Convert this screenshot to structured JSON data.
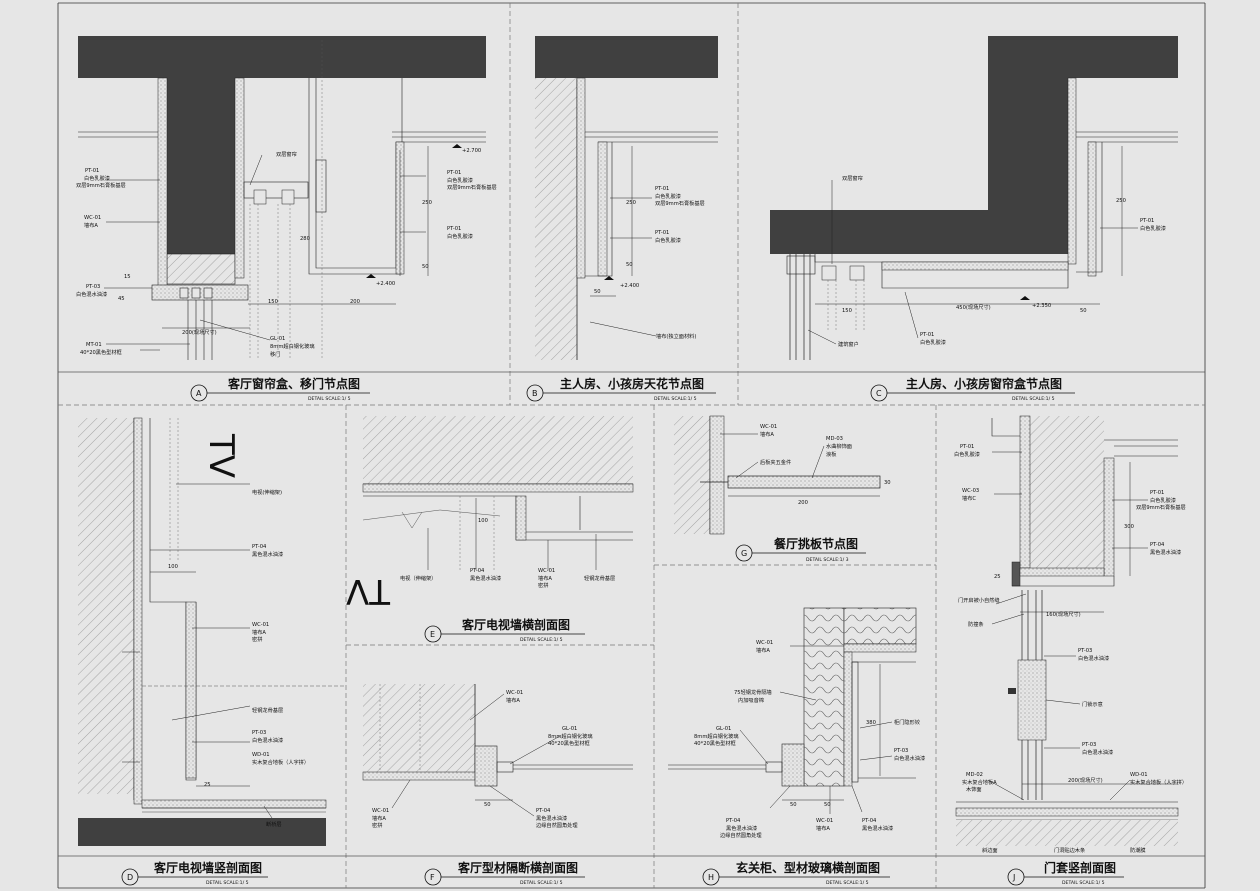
{
  "colors": {
    "background": "#e6e6e6",
    "ink": "#111111",
    "slab": "#404040",
    "dash": "#777777"
  },
  "panels": {
    "A": {
      "letter": "A",
      "title": "客厅窗帘盒、移门节点图",
      "scale": "DETAIL    SCALE:1/  5",
      "labels": {
        "pt01a": "PT-01",
        "pt01a_d1": "白色乳胶漆",
        "pt01a_d2": "双层9mm石膏板基层",
        "wc01": "WC-01",
        "wc01_d": "墙布A",
        "pt03": "PT-03",
        "pt03_d": "白色混水油漆",
        "mt01": "MT-01",
        "mt01_d": "40*20黑色型材框",
        "curtain": "双层窗帘",
        "pt01b": "PT-01",
        "pt01b_d1": "白色乳胶漆",
        "pt01b_d2": "双层9mm石膏板基层",
        "pt01c": "PT-01",
        "pt01c_d": "白色乳胶漆",
        "gl01": "GL-01",
        "gl01_d1": "8mm超白钢化玻璃",
        "gl01_d2": "移门",
        "elev1": "+2.700",
        "elev2": "+2.400",
        "dim150": "150",
        "dim200": "200",
        "dim200f": "200(现场尺寸)",
        "dim250": "250",
        "dim50": "50",
        "dim280": "280",
        "dim45": "45",
        "dim15": "15"
      }
    },
    "B": {
      "letter": "B",
      "title": "主人房、小孩房天花节点图",
      "scale": "DETAIL    SCALE:1/  5",
      "labels": {
        "pt01a": "PT-01",
        "pt01a_d1": "白色乳胶漆",
        "pt01a_d2": "双层9mm石膏板基层",
        "pt01b": "PT-01",
        "pt01b_d": "白色乳胶漆",
        "elev": "+2.400",
        "wall": "墙布(独立面材料)",
        "dim250": "250",
        "dim50": "50",
        "dim50b": "50"
      }
    },
    "C": {
      "letter": "C",
      "title": "主人房、小孩房窗帘盒节点图",
      "scale": "DETAIL    SCALE:1/  5",
      "labels": {
        "curtain": "双层窗帘",
        "pt01a": "PT-01",
        "pt01a_d": "白色乳胶漆",
        "dim450": "450(现场尺寸)",
        "elev": "+2.350",
        "pt01b": "PT-01",
        "pt01b_d": "白色乳胶漆",
        "window": "建筑窗户",
        "dim150": "150",
        "dim50": "50",
        "dim250": "250"
      }
    },
    "D": {
      "letter": "D",
      "title": "客厅电视墙竖剖面图",
      "scale": "DETAIL    SCALE:1/  5",
      "labels": {
        "tv": "TV",
        "tvnote": "电视(伸缩架)",
        "pt04": "PT-04",
        "pt04_d": "黑色混水油漆",
        "wc01": "WC-01",
        "wc01_d1": "墙布A",
        "wc01_d2": "密拼",
        "base": "轻钢龙骨基层",
        "pt03": "PT-03",
        "pt03_d": "白色混水油漆",
        "wd01": "WD-01",
        "wd01_d": "实木复合地板（人字拼）",
        "broken": "断桥层",
        "dim100": "100",
        "dim25": "25"
      }
    },
    "E": {
      "letter": "E",
      "title": "客厅电视墙横剖面图",
      "scale": "DETAIL    SCALE:1/  5",
      "labels": {
        "tvnote": "电视（伸缩架）",
        "pt04": "PT-04",
        "pt04_d": "黑色混水油漆",
        "wc01": "WC-01",
        "wc01_d1": "墙布A",
        "wc01_d2": "密拼",
        "base": "轻钢龙骨基层",
        "dim100": "100"
      }
    },
    "F": {
      "letter": "F",
      "title": "客厅型材隔断横剖面图",
      "scale": "DETAIL    SCALE:1/  5",
      "labels": {
        "wc01a": "WC-01",
        "wc01a_d": "墙布A",
        "gl01": "GL-01",
        "gl01_d1": "8mm超白钢化玻璃",
        "gl01_d2": "40*20黑色型材框",
        "pt04": "PT-04",
        "pt04_d1": "黑色混水油漆",
        "pt04_d2": "边缘自然圆角处理",
        "wc01b": "WC-01",
        "wc01b_d1": "墙布A",
        "wc01b_d2": "密拼",
        "dim50": "50"
      }
    },
    "G": {
      "letter": "G",
      "title": "餐厅挑板节点图",
      "scale": "DETAIL    SCALE:1/  3",
      "labels": {
        "wc01": "WC-01",
        "wc01_d": "墙布A",
        "md03": "MD-03",
        "md03_d1": "水曲柳饰面",
        "md03_d2": "浪板",
        "hw": "后板夹五金件",
        "dim200": "200",
        "dim30": "30"
      }
    },
    "H": {
      "letter": "H",
      "title": "玄关柜、型材玻璃横剖面图",
      "scale": "DETAIL    SCALE:1/  5",
      "labels": {
        "wc01a": "WC-01",
        "wc01a_d": "墙布A",
        "frame1": "75轻钢龙骨隔墙",
        "frame2": "内加吸音棉",
        "gl01": "GL-01",
        "gl01_d1": "8mm超白钢化玻璃",
        "gl01_d2": "40*20黑色型材框",
        "hinge": "柜门隐形铰",
        "pt03": "PT-03",
        "pt03_d": "白色混水油漆",
        "pt04a": "PT-04",
        "pt04a_d1": "黑色混水油漆",
        "pt04a_d2": "边缘自然圆角处理",
        "wc01b": "WC-01",
        "wc01b_d": "墙布A",
        "pt04b": "PT-04",
        "pt04b_d": "黑色混水油漆",
        "dim50": "50",
        "dim50b": "50",
        "dim380": "380"
      }
    },
    "J": {
      "letter": "J",
      "title": "门套竖剖面图",
      "scale": "DETAIL    SCALE:1/  5",
      "labels": {
        "pt01a": "PT-01",
        "pt01a_d": "白色乳胶漆",
        "wc03": "WC-03",
        "wc03_d": "墙布C",
        "pt01b": "PT-01",
        "pt01b_d1": "白色乳胶漆",
        "pt01b_d2": "双层9mm石膏板基层",
        "pt04": "PT-04",
        "pt04_d": "黑色混水油漆",
        "pivot": "门开启被小自然缝",
        "stop": "防撞条",
        "pt03a": "PT-03",
        "pt03a_d": "白色混水油漆",
        "handle": "门锁示意",
        "pt03b": "PT-03",
        "pt03b_d": "白色混水油漆",
        "md02": "MD-02",
        "md02_d1": "实木复合地板A",
        "md02_d2": "木饰面",
        "wd01": "WD-01",
        "wd01_d": "实木复合地板（人字拼）",
        "dim160": "160(现场尺寸)",
        "dim200": "200(现场尺寸)",
        "floor1": "斜边面",
        "floor2": "门洞贴边木条",
        "floor3": "防潮膜",
        "dim300": "300",
        "dim25": "25"
      }
    }
  }
}
